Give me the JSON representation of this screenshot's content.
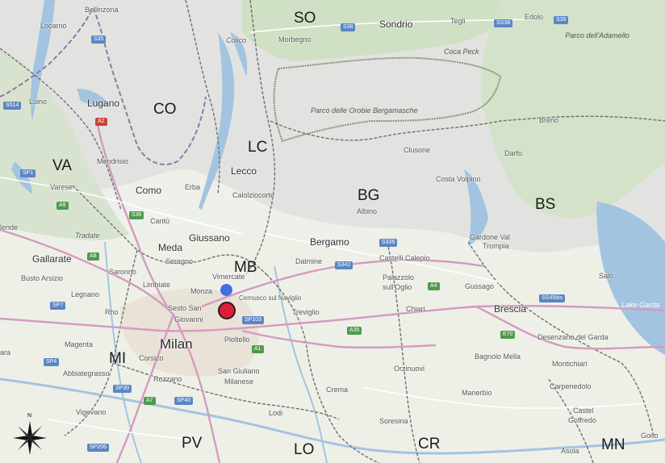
{
  "map": {
    "provinces": [
      {
        "code": "SO"
      },
      {
        "code": "CO"
      },
      {
        "code": "LC"
      },
      {
        "code": "VA"
      },
      {
        "code": "BG"
      },
      {
        "code": "BS"
      },
      {
        "code": "MB"
      },
      {
        "code": "MI"
      },
      {
        "code": "PV"
      },
      {
        "code": "LO"
      },
      {
        "code": "CR"
      },
      {
        "code": "MN"
      }
    ],
    "cities": [
      {
        "name": "Bellinzona"
      },
      {
        "name": "Locarno"
      },
      {
        "name": "Sondrio"
      },
      {
        "name": "Morbegno"
      },
      {
        "name": "Tegli"
      },
      {
        "name": "Edolo"
      },
      {
        "name": "Coca Peck"
      },
      {
        "name": "Colico"
      },
      {
        "name": "Luino"
      },
      {
        "name": "Lugano"
      },
      {
        "name": "Mendrisio"
      },
      {
        "name": "Breno"
      },
      {
        "name": "Clusone"
      },
      {
        "name": "Darfo"
      },
      {
        "name": "Lecco"
      },
      {
        "name": "Costa Volpino"
      },
      {
        "name": "Varese"
      },
      {
        "name": "Como"
      },
      {
        "name": "Erba"
      },
      {
        "name": "Calolziocorte"
      },
      {
        "name": "Albino"
      },
      {
        "name": "Cantù"
      },
      {
        "name": "Tradate"
      },
      {
        "name": "Giussano"
      },
      {
        "name": "Meda"
      },
      {
        "name": "Bergamo"
      },
      {
        "name": "Gardone Val"
      },
      {
        "name": "Trompia"
      },
      {
        "name": "Gallarate"
      },
      {
        "name": "Seregno"
      },
      {
        "name": "Dalmine"
      },
      {
        "name": "Castelli Calepio"
      },
      {
        "name": "Busto Arsizio"
      },
      {
        "name": "Saronno"
      },
      {
        "name": "Limbiate"
      },
      {
        "name": "Vimercate"
      },
      {
        "name": "Palazzolo"
      },
      {
        "name": "sull'Oglio"
      },
      {
        "name": "Salò"
      },
      {
        "name": "Legnano"
      },
      {
        "name": "Monza"
      },
      {
        "name": "Gussago"
      },
      {
        "name": "Rho"
      },
      {
        "name": "Sesto San"
      },
      {
        "name": "Giovanni"
      },
      {
        "name": "Cernusco sul Naviglio"
      },
      {
        "name": "Treviglio"
      },
      {
        "name": "Chiari"
      },
      {
        "name": "Brescia"
      },
      {
        "name": "Lake Garda"
      },
      {
        "name": "Milan"
      },
      {
        "name": "Magenta"
      },
      {
        "name": "Pioltello"
      },
      {
        "name": "Desenzano del Garda"
      },
      {
        "name": "Corsico"
      },
      {
        "name": "Abbiategrasso"
      },
      {
        "name": "San Giuliano"
      },
      {
        "name": "Milanese"
      },
      {
        "name": "Orzinuovi"
      },
      {
        "name": "Bagnolo Mella"
      },
      {
        "name": "Montichiari"
      },
      {
        "name": "Rozzano"
      },
      {
        "name": "Crema"
      },
      {
        "name": "Manerbio"
      },
      {
        "name": "Carpenedolo"
      },
      {
        "name": "Castel"
      },
      {
        "name": "Goffredo"
      },
      {
        "name": "Vigevano"
      },
      {
        "name": "Lodi"
      },
      {
        "name": "Soresina"
      },
      {
        "name": "Asola"
      },
      {
        "name": "Goito"
      },
      {
        "name": "lende"
      },
      {
        "name": "ara"
      }
    ],
    "parks": [
      {
        "name": "Parco delle Orobie Bergamasche"
      },
      {
        "name": "Parco dell'Adamello"
      }
    ],
    "roads": [
      {
        "ref": "S35"
      },
      {
        "ref": "S38"
      },
      {
        "ref": "SS38"
      },
      {
        "ref": "S39"
      },
      {
        "ref": "A9"
      },
      {
        "ref": "A2"
      },
      {
        "ref": "SP1"
      },
      {
        "ref": "S36"
      },
      {
        "ref": "A8"
      },
      {
        "ref": "S336"
      },
      {
        "ref": "S342"
      },
      {
        "ref": "SP103"
      },
      {
        "ref": "A4"
      },
      {
        "ref": "SP7"
      },
      {
        "ref": "A35"
      },
      {
        "ref": "SP4"
      },
      {
        "ref": "SP30"
      },
      {
        "ref": "A7"
      },
      {
        "ref": "SP40"
      },
      {
        "ref": "SP206"
      },
      {
        "ref": "E70"
      },
      {
        "ref": "SS45bis"
      },
      {
        "ref": "S514"
      },
      {
        "ref": "A1"
      }
    ],
    "markers": [
      {
        "name": "Vimercate location",
        "color": "#3f6fe0"
      },
      {
        "name": "Cernusco location",
        "color": "#dd1e3a"
      }
    ],
    "compass": {
      "north_label": "N"
    }
  }
}
